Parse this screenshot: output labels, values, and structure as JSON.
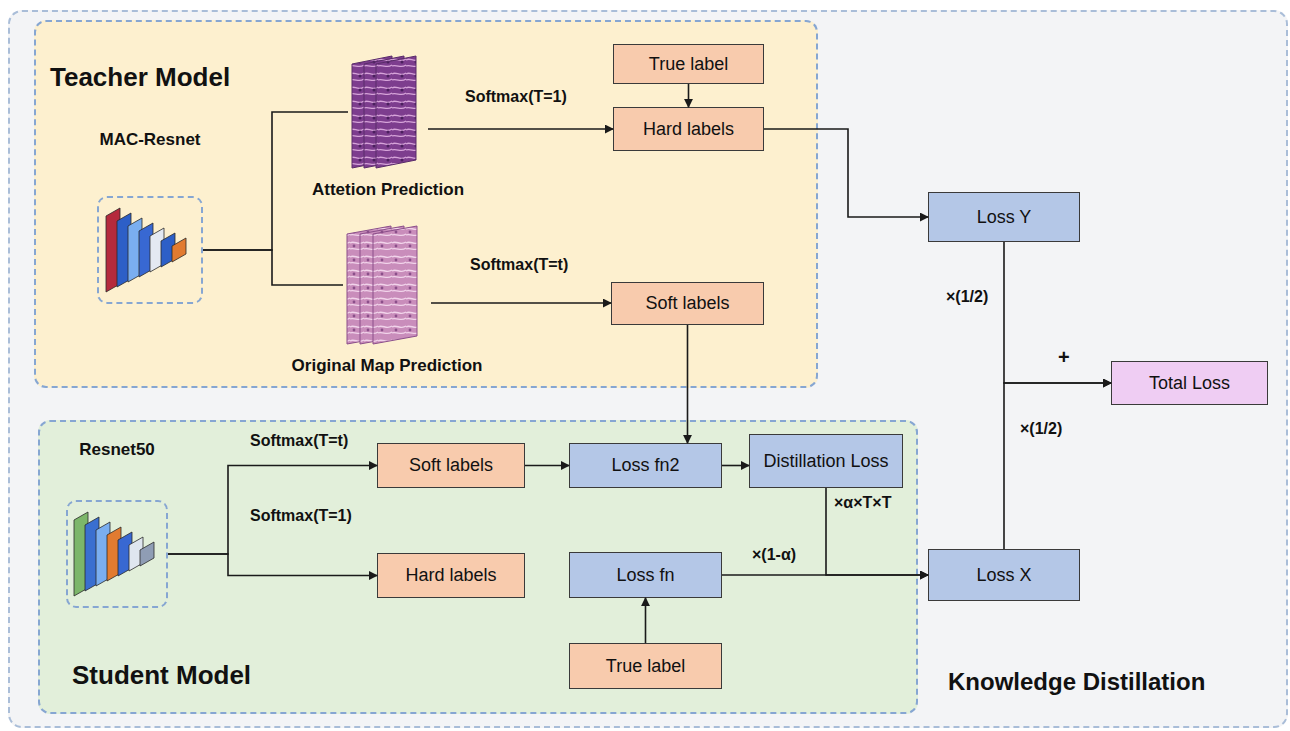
{
  "diagram": {
    "nodes": [
      {
        "text": [
          "Knowledge Distillation"
        ]
      },
      {
        "text": [
          "Teacher Model"
        ],
        "in": 0
      },
      {
        "text": [
          "MAC-Resnet"
        ],
        "in": 1
      },
      {
        "text": [
          "Attetion Prediction"
        ],
        "in": 1
      },
      {
        "text": [
          "Original Map Prediction"
        ],
        "in": 1
      },
      {
        "text": [
          "True label"
        ],
        "in": 1
      },
      {
        "text": [
          "Hard labels"
        ],
        "in": 1
      },
      {
        "text": [
          "Soft labels"
        ],
        "in": 1
      },
      {
        "text": [
          "Loss Y"
        ],
        "in": 0
      },
      {
        "text": [
          "Total Loss"
        ],
        "in": 0
      },
      {
        "text": [
          "Student Model"
        ],
        "in": 0
      },
      {
        "text": [
          "Resnet50"
        ],
        "in": 10
      },
      {
        "text": [
          "Soft labels"
        ],
        "in": 10
      },
      {
        "text": [
          "Hard labels"
        ],
        "in": 10
      },
      {
        "text": [
          "Loss fn2"
        ],
        "in": 10
      },
      {
        "text": [
          "Distillation Loss"
        ],
        "in": 10
      },
      {
        "text": [
          "Loss fn"
        ],
        "in": 10
      },
      {
        "text": [
          "True label"
        ],
        "in": 10
      },
      {
        "text": [
          "Loss X"
        ],
        "in": 0
      }
    ],
    "edges": [
      {
        "from": 2,
        "to": 3,
        "arrow": "none"
      },
      {
        "from": 2,
        "to": 4,
        "arrow": "none"
      },
      {
        "from": 3,
        "to": 6,
        "label": "Softmax(T=1)",
        "arrow": "to"
      },
      {
        "from": 4,
        "to": 7,
        "label": "Softmax(T=t)",
        "arrow": "to"
      },
      {
        "from": 5,
        "to": 6,
        "arrow": "to"
      },
      {
        "from": 6,
        "to": 8,
        "arrow": "to"
      },
      {
        "from": 7,
        "to": 14,
        "arrow": "to"
      },
      {
        "from": 8,
        "to": 9,
        "label": "×(1/2)",
        "arrow": "to"
      },
      {
        "from": 18,
        "to": 9,
        "label": "×(1/2)",
        "arrow": "to"
      },
      {
        "from": 11,
        "to": 12,
        "label": "Softmax(T=t)",
        "arrow": "to"
      },
      {
        "from": 11,
        "to": 13,
        "label": "Softmax(T=1)",
        "arrow": "to"
      },
      {
        "from": 12,
        "to": 14,
        "arrow": "to"
      },
      {
        "from": 14,
        "to": 15,
        "arrow": "to"
      },
      {
        "from": 15,
        "to": 18,
        "label": "×α×T×T",
        "arrow": "to"
      },
      {
        "from": 16,
        "to": 18,
        "label": "×(1-α)",
        "arrow": "to"
      },
      {
        "from": 17,
        "to": 16,
        "arrow": "to"
      }
    ],
    "labels": [
      "+"
    ]
  }
}
